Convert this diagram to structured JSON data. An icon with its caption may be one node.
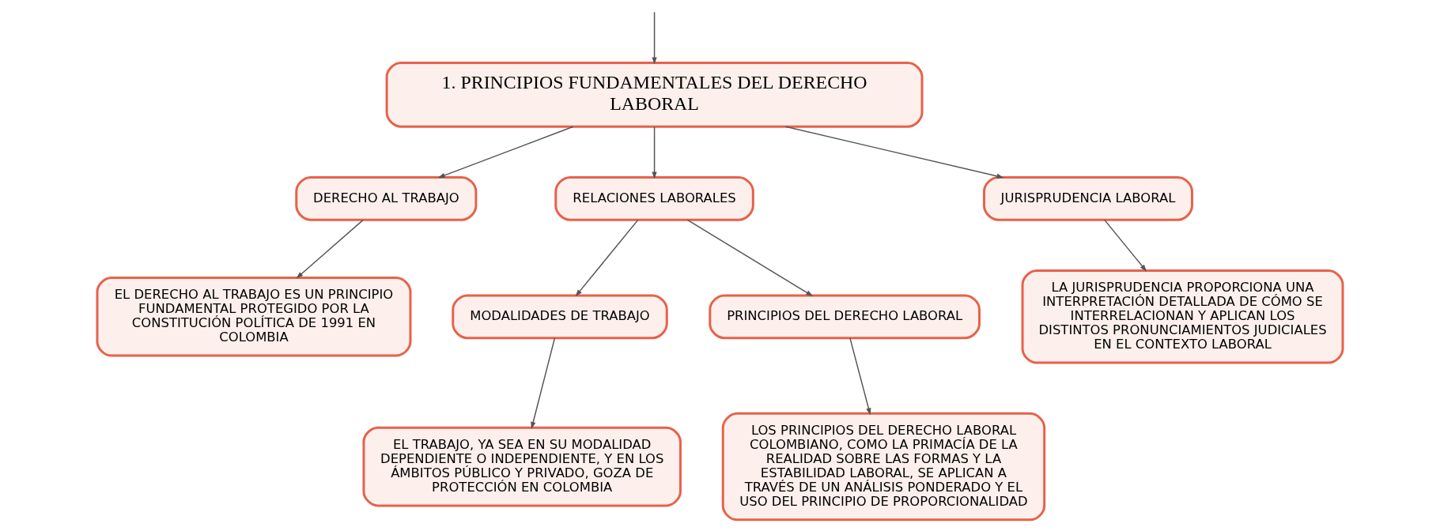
{
  "diagram": {
    "nodes": [
      {
        "text": [
          "1. PRINCIPIOS FUNDAMENTALES DEL DERECHO LABORAL"
        ]
      },
      {
        "text": [
          "DERECHO AL TRABAJO"
        ]
      },
      {
        "text": [
          "RELACIONES LABORALES"
        ]
      },
      {
        "text": [
          "JURISPRUDENCIA LABORAL"
        ]
      },
      {
        "text": [
          "EL DERECHO AL TRABAJO ES UN PRINCIPIO FUNDAMENTAL PROTEGIDO POR LA CONSTITUCIÓN POLÍTICA DE 1991 EN COLOMBIA"
        ]
      },
      {
        "text": [
          "MODALIDADES DE TRABAJO"
        ]
      },
      {
        "text": [
          "PRINCIPIOS DEL DERECHO LABORAL"
        ]
      },
      {
        "text": [
          "LA JURISPRUDENCIA PROPORCIONA UNA INTERPRETACIÓN DETALLADA DE CÓMO SE INTERRELACIONAN Y APLICAN LOS DISTINTOS PRONUNCIAMIENTOS JUDICIALES EN EL CONTEXTO LABORAL"
        ]
      },
      {
        "text": [
          "EL TRABAJO, YA SEA EN SU MODALIDAD DEPENDIENTE O INDEPENDIENTE, Y EN LOS ÁMBITOS PÚBLICO Y PRIVADO, GOZA DE PROTECCIÓN EN COLOMBIA"
        ]
      },
      {
        "text": [
          "LOS PRINCIPIOS DEL DERECHO LABORAL COLOMBIANO, COMO LA PRIMACÍA DE LA REALIDAD SOBRE LAS FORMAS Y LA ESTABILIDAD LABORAL, SE APLICAN A TRAVÉS DE UN ANÁLISIS PONDERADO Y EL USO DEL PRINCIPIO DE PROPORCIONALIDAD"
        ]
      }
    ],
    "edges": [
      {
        "from": null,
        "to": 0,
        "arrow": "to"
      },
      {
        "from": 0,
        "to": 1,
        "arrow": "to"
      },
      {
        "from": 0,
        "to": 2,
        "arrow": "to"
      },
      {
        "from": 0,
        "to": 3,
        "arrow": "to"
      },
      {
        "from": 1,
        "to": 4,
        "arrow": "to"
      },
      {
        "from": 2,
        "to": 5,
        "arrow": "to"
      },
      {
        "from": 2,
        "to": 6,
        "arrow": "to"
      },
      {
        "from": 3,
        "to": 7,
        "arrow": "to"
      },
      {
        "from": 5,
        "to": 8,
        "arrow": "to"
      },
      {
        "from": 6,
        "to": 9,
        "arrow": "to"
      }
    ]
  }
}
